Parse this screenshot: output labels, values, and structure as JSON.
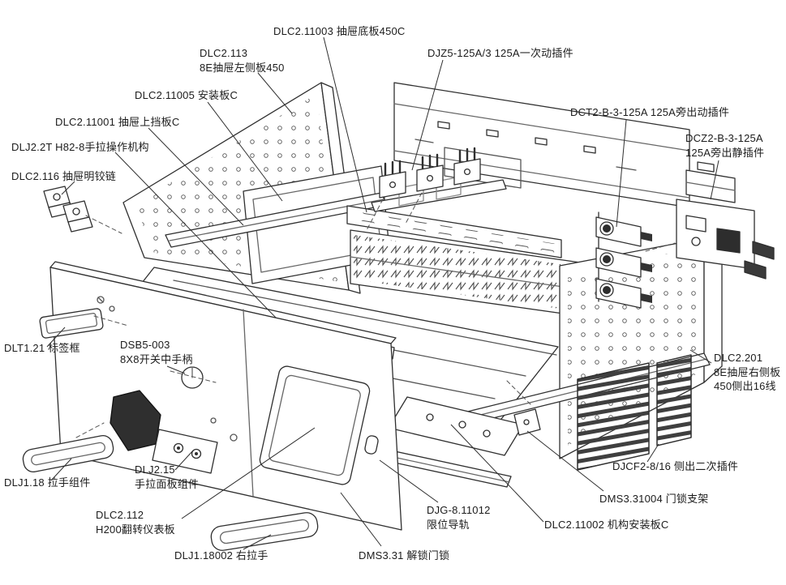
{
  "diagram": {
    "type": "exploded-assembly-technical-drawing",
    "background": "#ffffff",
    "line_color": "#2f2f2f",
    "dark_fill": "#2d2d2d",
    "labels": [
      {
        "id": "dlc2-11003",
        "text": "DLC2.11003 抽屉底板450C"
      },
      {
        "id": "djz5-125a",
        "text": "DJZ5-125A/3 125A一次动插件"
      },
      {
        "id": "dlc2-113",
        "text": "DLC2.113\n8E抽屉左侧板450"
      },
      {
        "id": "dlc2-11005",
        "text": "DLC2.11005 安装板C"
      },
      {
        "id": "dct2-b-3",
        "text": "DCT2-B-3-125A 125A旁出动插件"
      },
      {
        "id": "dlc2-11001",
        "text": "DLC2.11001 抽屉上挡板C"
      },
      {
        "id": "dcz2-b-3",
        "text": "DCZ2-B-3-125A\n125A旁出静插件"
      },
      {
        "id": "dlj2-2t",
        "text": "DLJ2.2T H82-8手拉操作机构"
      },
      {
        "id": "dlc2-116",
        "text": "DLC2.116 抽屉明铰链"
      },
      {
        "id": "dlt1-21",
        "text": "DLT1.21 标签框"
      },
      {
        "id": "dsb5-003",
        "text": "DSB5-003\n8X8开关中手柄"
      },
      {
        "id": "dlc2-201",
        "text": "DLC2.201\n8E抽屉右侧板\n450侧出16线"
      },
      {
        "id": "dlj1-18",
        "text": "DLJ1.18 拉手组件"
      },
      {
        "id": "dlj2-15",
        "text": "DLJ2.15\n手拉面板组件"
      },
      {
        "id": "djcf2-8-16",
        "text": "DJCF2-8/16 侧出二次插件"
      },
      {
        "id": "dms3-31004",
        "text": "DMS3.31004 门锁支架"
      },
      {
        "id": "dlc2-112",
        "text": "DLC2.112\nH200翻转仪表板"
      },
      {
        "id": "djg-8-11012",
        "text": "DJG-8.11012\n限位导轨"
      },
      {
        "id": "dlc2-11002",
        "text": "DLC2.11002 机构安装板C"
      },
      {
        "id": "dlj1-18002",
        "text": "DLJ1.18002 右拉手"
      },
      {
        "id": "dms3-31",
        "text": "DMS3.31 解锁门锁"
      }
    ]
  }
}
